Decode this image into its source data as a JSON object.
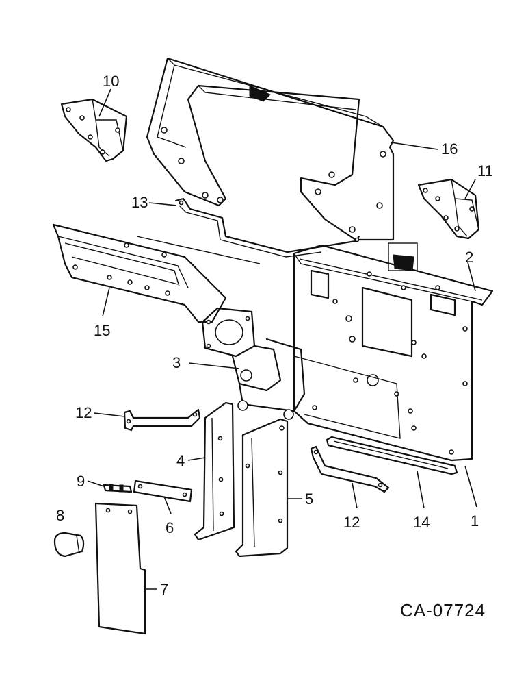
{
  "drawing_id": "CA-07724",
  "callouts": {
    "c1": "1",
    "c2": "2",
    "c3": "3",
    "c4": "4",
    "c5": "5",
    "c6": "6",
    "c7": "7",
    "c8": "8",
    "c9": "9",
    "c10": "10",
    "c11": "11",
    "c12a": "12",
    "c12b": "12",
    "c13": "13",
    "c14": "14",
    "c15": "15",
    "c16": "16"
  }
}
